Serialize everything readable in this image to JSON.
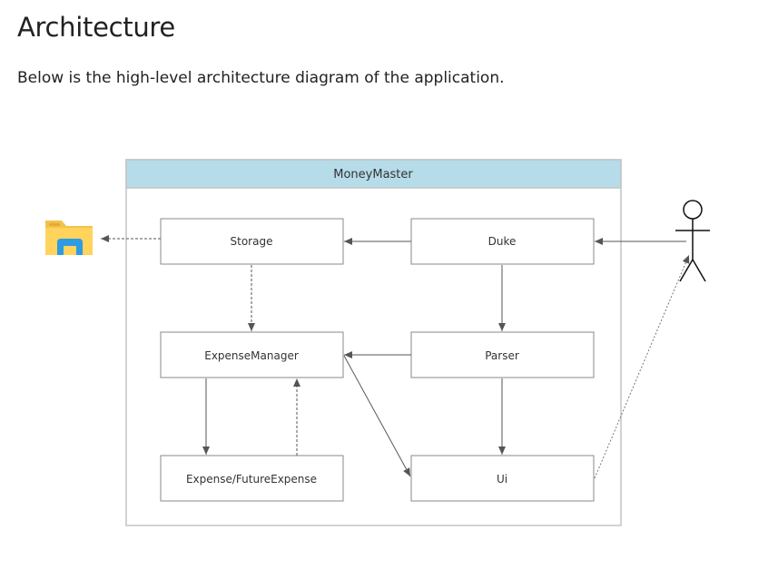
{
  "page": {
    "title": "Architecture",
    "intro": "Below is the high-level architecture diagram of the application."
  },
  "diagram": {
    "system_name": "MoneyMaster",
    "components": {
      "storage": "Storage",
      "duke": "Duke",
      "expense_manager": "ExpenseManager",
      "parser": "Parser",
      "expense": "Expense/FutureExpense",
      "ui": "Ui"
    },
    "external": {
      "file_system_icon": "folder-icon",
      "user_icon": "user-icon"
    },
    "colors": {
      "system_header": "#b5dce8",
      "box_border": "#8a8a8a",
      "arrow": "#555555"
    }
  }
}
